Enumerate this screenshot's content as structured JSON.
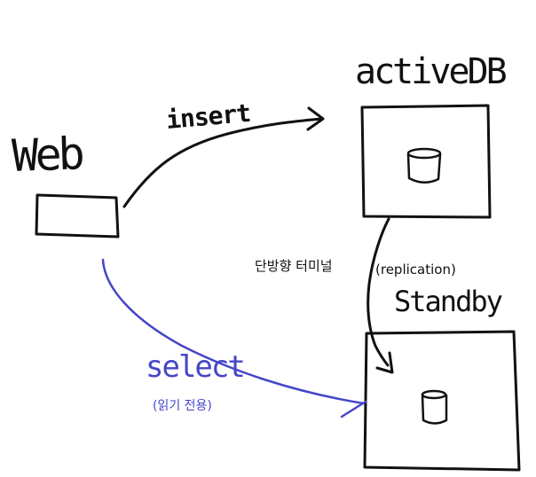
{
  "labels": {
    "web": "Web",
    "active_db": "activeDB",
    "standby": "Standby",
    "insert": "insert",
    "select": "select",
    "read_only": "(읽기 전용)",
    "replication": "(replication)",
    "one_way_terminal": "단방향 터미널"
  },
  "colors": {
    "ink": "#111111",
    "blue": "#4646c8",
    "background": "#ffffff"
  },
  "icons": {
    "database": "cylinder-icon"
  }
}
